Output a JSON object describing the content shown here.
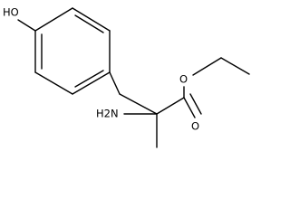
{
  "labels": {
    "hydroxyl": "HO",
    "amine": "H2N",
    "ester_oxygen": "O",
    "carbonyl_oxygen": "O"
  },
  "colors": {
    "bond": "#000000",
    "text": "#000000",
    "background": "#ffffff"
  }
}
